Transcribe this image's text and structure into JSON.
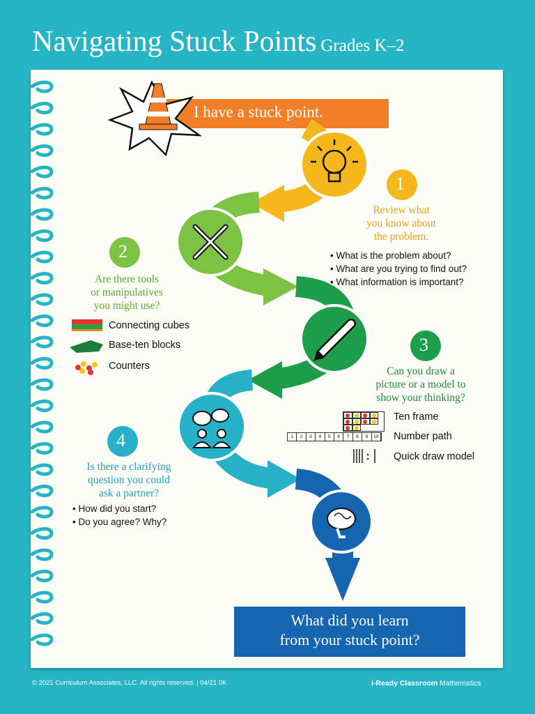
{
  "header": {
    "title": "Navigating Stuck Points",
    "subtitle": "Grades K–2"
  },
  "start": {
    "label": "I have a stuck point.",
    "icon": "traffic-cone-icon"
  },
  "step1": {
    "number": "1",
    "question": [
      "Review what",
      "you know about",
      "the problem."
    ],
    "bullets": [
      "What is the problem about?",
      "What are you trying to find out?",
      "What information is important?"
    ],
    "icon": "lightbulb-icon",
    "color": "#f5b81c"
  },
  "step2": {
    "number": "2",
    "question": [
      "Are there tools",
      "or manipulatives",
      "you might use?"
    ],
    "items": [
      {
        "label": "Connecting cubes",
        "icon": "connecting-cubes-icon"
      },
      {
        "label": "Base-ten blocks",
        "icon": "base-ten-blocks-icon"
      },
      {
        "label": "Counters",
        "icon": "counters-icon"
      }
    ],
    "icon": "tools-icon",
    "color": "#7cc243"
  },
  "step3": {
    "number": "3",
    "question": [
      "Can you draw a",
      "picture or a model to",
      "show your thinking?"
    ],
    "items": [
      {
        "label": "Ten frame",
        "icon": "ten-frame-icon"
      },
      {
        "label": "Number path",
        "icon": "number-path-icon"
      },
      {
        "label": "Quick draw model",
        "icon": "quick-draw-icon"
      }
    ],
    "number_path": [
      "1",
      "2",
      "3",
      "4",
      "5",
      "6",
      "7",
      "8",
      "9",
      "10"
    ],
    "icon": "pencil-icon",
    "color": "#1e9d4b"
  },
  "step4": {
    "number": "4",
    "question": [
      "Is there a clarifying",
      "question you could",
      "ask a partner?"
    ],
    "bullets": [
      "How did you start?",
      "Do you agree? Why?"
    ],
    "icon": "conversation-icon",
    "color": "#27b1c8"
  },
  "end": {
    "label": [
      "What did you learn",
      "from your stuck point?"
    ],
    "icon": "brain-icon",
    "color": "#1565b0"
  },
  "footer": {
    "copyright": "© 2021 Curriculum Associates, LLC. All rights  reserved. | 04/21 0K",
    "brand": "i-Ready Classroom",
    "brand_suffix": "Mathematics"
  }
}
